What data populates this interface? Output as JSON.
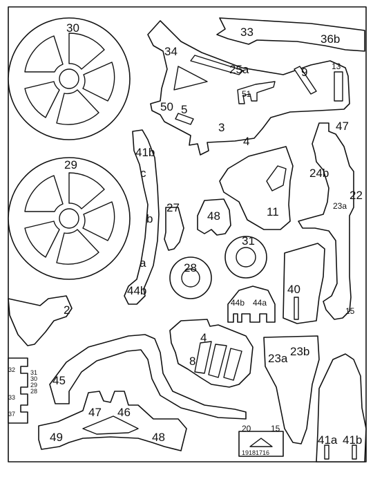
{
  "sheet": {
    "frame_color": "#111111",
    "paper_color": "#ffffff"
  },
  "labels": {
    "p30": "30",
    "p29": "29",
    "p33": "33",
    "p36b": "36b",
    "p34": "34",
    "p25a": "25a",
    "p9": "9",
    "p13": "13",
    "p51": "51",
    "p50": "50",
    "p5": "5",
    "p3": "3",
    "p4a": "4",
    "p47a": "47",
    "p41b_top": "41b",
    "c": "c",
    "b": "b",
    "a": "a",
    "p27": "27",
    "p48a": "48",
    "p11": "11",
    "p24b": "24b",
    "p22": "22",
    "p23a_top": "23a",
    "p31": "31",
    "p28": "28",
    "p44b_arm": "44b",
    "p44b": "44b",
    "p44a": "44a",
    "p40": "40",
    "p15a": "15",
    "p2": "2",
    "p4b": "4",
    "p8": "8",
    "p23a": "23a",
    "p23b": "23b",
    "p45": "45",
    "p32": "32",
    "p31s": "31",
    "p30s": "30",
    "p29s": "29",
    "p28s": "28",
    "p33s": "33",
    "p37": "37",
    "p47b": "47",
    "p46": "46",
    "p49": "49",
    "p48b": "48",
    "p20": "20",
    "p15b": "15",
    "p19_16": "19181716",
    "p41a": "41a",
    "p41b": "41b"
  }
}
